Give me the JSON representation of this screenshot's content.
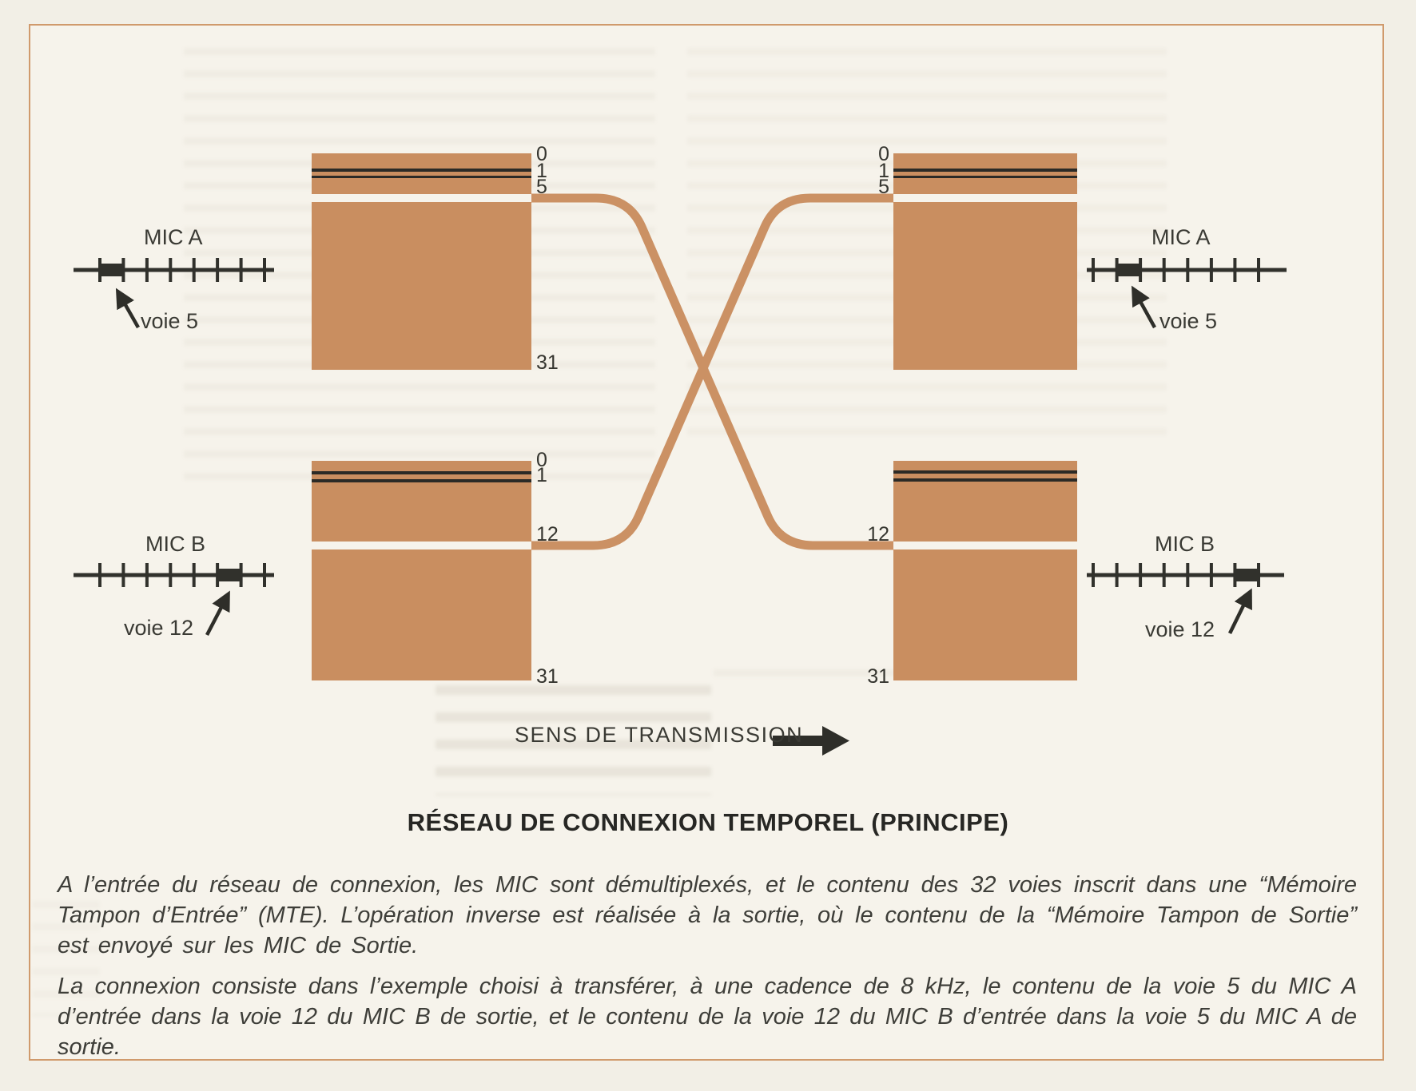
{
  "colors": {
    "paper": "#f6f3eb",
    "frame_orange": "#d09a6c",
    "buffer_orange": "#c98e60",
    "wire_orange": "#cb9164",
    "ink": "#31312c"
  },
  "timelines": {
    "input_a": {
      "mic": "MIC A",
      "channel": "voie 5"
    },
    "input_b": {
      "mic": "MIC B",
      "channel": "voie 12"
    },
    "output_a": {
      "mic": "MIC A",
      "channel": "voie 5"
    },
    "output_b": {
      "mic": "MIC B",
      "channel": "voie 12"
    }
  },
  "buffers": {
    "input_top": {
      "rows": [
        "0",
        "1",
        "5",
        "31"
      ]
    },
    "input_bottom": {
      "rows": [
        "0",
        "1",
        "12",
        "31"
      ]
    },
    "output_top": {
      "rows": [
        "0",
        "1",
        "5"
      ]
    },
    "output_bottom": {
      "rows": [
        "12",
        "31"
      ]
    }
  },
  "transmission_label": "SENS DE TRANSMISSION",
  "title": "RÉSEAU DE CONNEXION TEMPOREL (PRINCIPE)",
  "paragraphs": {
    "p1": "A l’entrée du réseau de connexion, les MIC sont démultiplexés, et le contenu des 32 voies inscrit dans une “Mémoire Tampon d’Entrée” (MTE). L’opération inverse est réalisée à la sortie, où le contenu de la “Mémoire Tampon de Sortie” est envoyé sur les MIC de Sortie.",
    "p2": "La connexion consiste dans l’exemple choisi à transférer, à une cadence de 8 kHz, le contenu de la voie 5 du MIC A d’entrée dans la voie 12 du MIC B de sortie, et le contenu de la voie 12 du MIC B d’entrée dans la voie 5 du MIC A de sortie."
  }
}
